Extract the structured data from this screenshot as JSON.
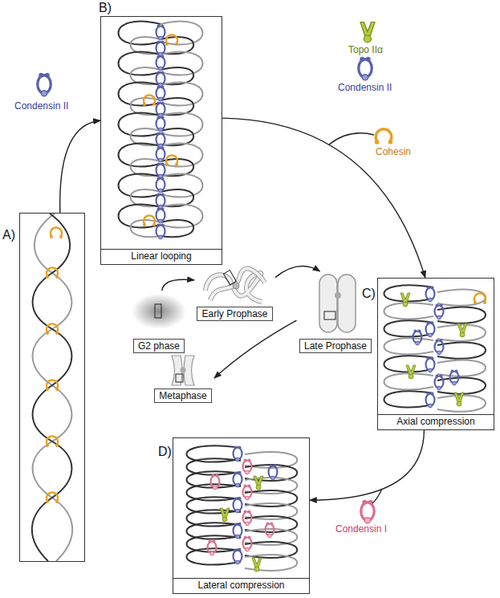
{
  "diagram": {
    "nodes": [
      {
        "text": [
          "A)"
        ]
      },
      {
        "text": [
          "B)",
          "Linear looping"
        ]
      },
      {
        "text": [
          "C)",
          "Axial compression"
        ]
      },
      {
        "text": [
          "D)",
          "Lateral compression"
        ]
      },
      {
        "text": [
          "G2 phase"
        ]
      },
      {
        "text": [
          "Early Prophase"
        ]
      },
      {
        "text": [
          "Late Prophase"
        ]
      },
      {
        "text": [
          "Metaphase"
        ]
      }
    ],
    "edges": [
      {
        "from": 0,
        "to": 1,
        "arrow": "to"
      },
      {
        "from": 1,
        "to": 2,
        "arrow": "to"
      },
      {
        "from": 2,
        "to": 3,
        "arrow": "to"
      },
      {
        "from": 4,
        "to": 5,
        "arrow": "to"
      },
      {
        "from": 5,
        "to": 6,
        "arrow": "to"
      },
      {
        "from": 6,
        "to": 7,
        "arrow": "to"
      }
    ],
    "labels": [
      "Condensin II",
      "Topo IIα",
      "Condensin II",
      "Cohesin",
      "Condensin I"
    ]
  }
}
